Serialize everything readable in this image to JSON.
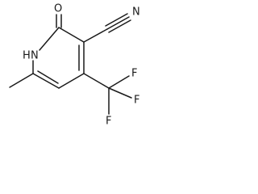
{
  "molecule": {
    "atoms": {
      "oxygen": "O",
      "nitrogen_h": "H",
      "nitrogen": "N",
      "nitrile_n": "N",
      "fluorine_1": "F",
      "fluorine_2": "F",
      "fluorine_3": "F"
    }
  },
  "colors": {
    "ink": "#1a1a1a",
    "background": "#ffffff"
  }
}
